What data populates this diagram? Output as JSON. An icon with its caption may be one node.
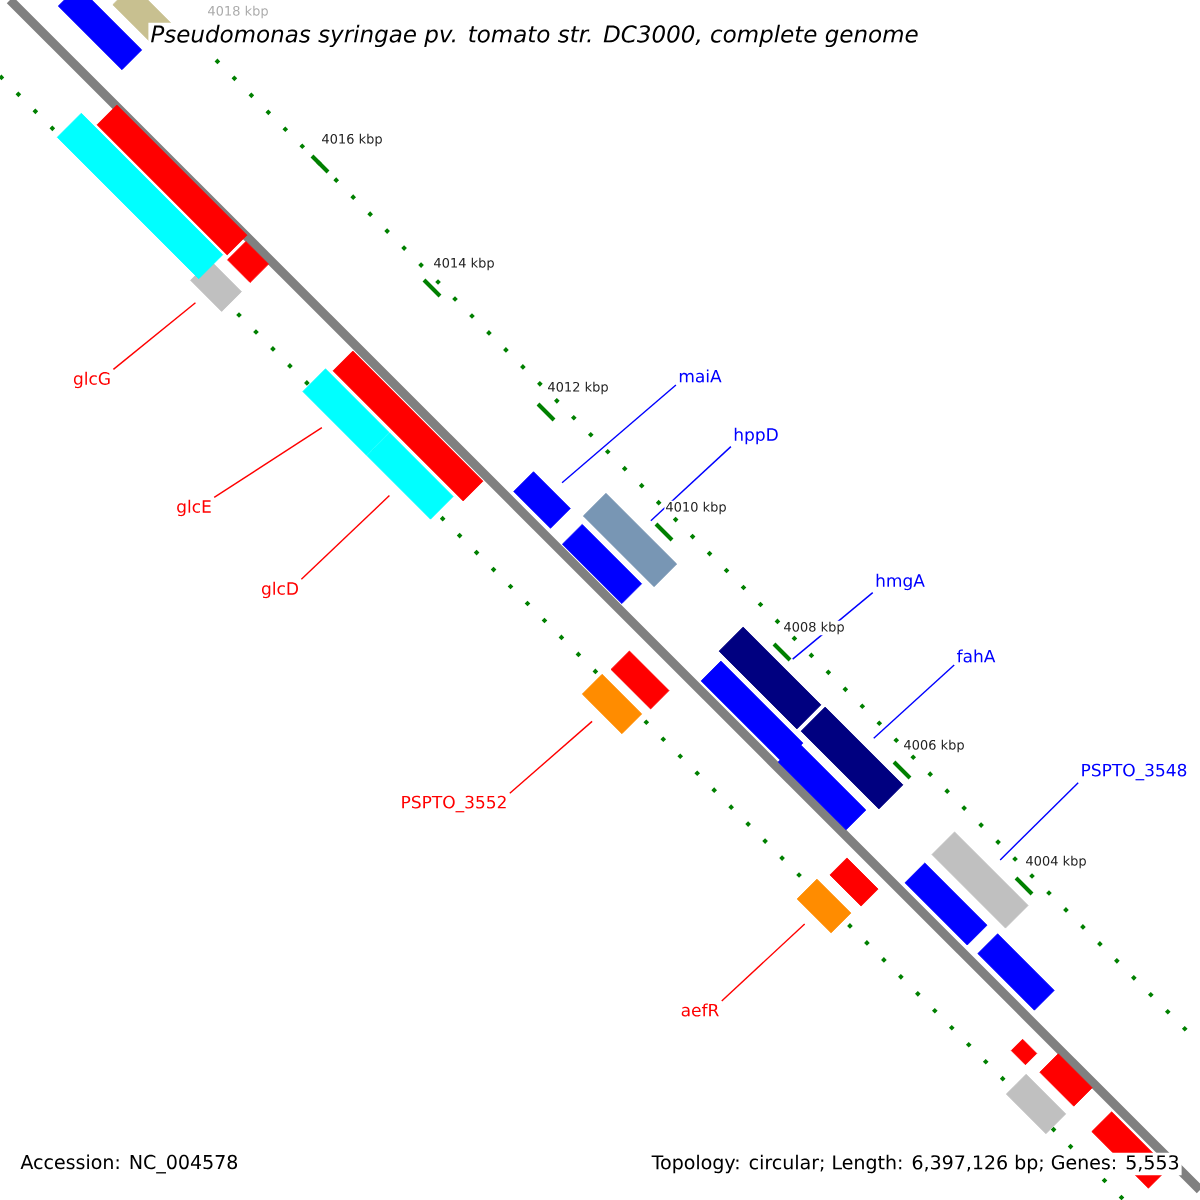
{
  "diagram": {
    "title": "*Pseudomonas syringae* pv. *tomato* str. DC3000, complete genome",
    "nodes": [
      {
        "text": [
          "glcG"
        ]
      },
      {
        "text": [
          "glcE"
        ]
      },
      {
        "text": [
          "glcD"
        ]
      },
      {
        "text": [
          "PSPTO_3552"
        ]
      },
      {
        "text": [
          "aefR"
        ]
      },
      {
        "text": [
          "maiA"
        ]
      },
      {
        "text": [
          "hppD"
        ]
      },
      {
        "text": [
          "hmgA"
        ]
      },
      {
        "text": [
          "fahA"
        ]
      },
      {
        "text": [
          "PSPTO_3548"
        ]
      },
      {
        "text": [],
        "shape": "bar"
      },
      {
        "text": [],
        "shape": "bar"
      },
      {
        "text": [],
        "shape": "bar"
      },
      {
        "text": [],
        "shape": "bar"
      },
      {
        "text": [],
        "shape": "bar"
      },
      {
        "text": [],
        "shape": "bar"
      },
      {
        "text": [],
        "shape": "bar"
      },
      {
        "text": [],
        "shape": "bar"
      },
      {
        "text": [],
        "shape": "bar"
      },
      {
        "text": [],
        "shape": "bar"
      },
      {
        "text": [],
        "shape": "bar"
      },
      {
        "text": [],
        "shape": "bar"
      },
      {
        "text": [],
        "shape": "bar"
      },
      {
        "text": [],
        "shape": "bar"
      },
      {
        "text": [],
        "shape": "bar"
      },
      {
        "text": [],
        "shape": "bar"
      },
      {
        "text": [],
        "shape": "bar"
      },
      {
        "text": [],
        "shape": "bar"
      },
      {
        "text": [],
        "shape": "bar"
      },
      {
        "text": [],
        "shape": "bar"
      },
      {
        "text": [],
        "shape": "bar"
      },
      {
        "text": [],
        "shape": "bar"
      },
      {
        "text": [],
        "shape": "bar"
      },
      {
        "text": [],
        "shape": "bar"
      },
      {
        "text": [],
        "shape": "bar"
      },
      {
        "text": [],
        "shape": "bar"
      },
      {
        "text": [],
        "shape": "bar"
      }
    ],
    "edges": [
      {
        "from": 0,
        "to": 10,
        "arrow": "none",
        "color": "#ff0000"
      },
      {
        "from": 1,
        "to": 11,
        "arrow": "none",
        "color": "#ff0000"
      },
      {
        "from": 2,
        "to": 12,
        "arrow": "none",
        "color": "#ff0000"
      },
      {
        "from": 3,
        "to": 13,
        "arrow": "none",
        "color": "#ff0000"
      },
      {
        "from": 4,
        "to": 14,
        "arrow": "none",
        "color": "#ff0000"
      },
      {
        "from": 5,
        "to": 15,
        "arrow": "none",
        "color": "#0000ff"
      },
      {
        "from": 6,
        "to": 16,
        "arrow": "none",
        "color": "#0000ff"
      },
      {
        "from": 7,
        "to": 17,
        "arrow": "none",
        "color": "#0000ff"
      },
      {
        "from": 8,
        "to": 18,
        "arrow": "none",
        "color": "#0000ff"
      },
      {
        "from": 9,
        "to": 19,
        "arrow": "none",
        "color": "#0000ff"
      }
    ],
    "labels": [
      "4018 kbp",
      "4016 kbp",
      "4014 kbp",
      "4012 kbp",
      "4010 kbp",
      "4008 kbp",
      "4006 kbp",
      "4004 kbp",
      "Accession: NC_004578",
      "Topology: circular; Length: 6,397,126 bp; Genes: 5,553"
    ]
  }
}
